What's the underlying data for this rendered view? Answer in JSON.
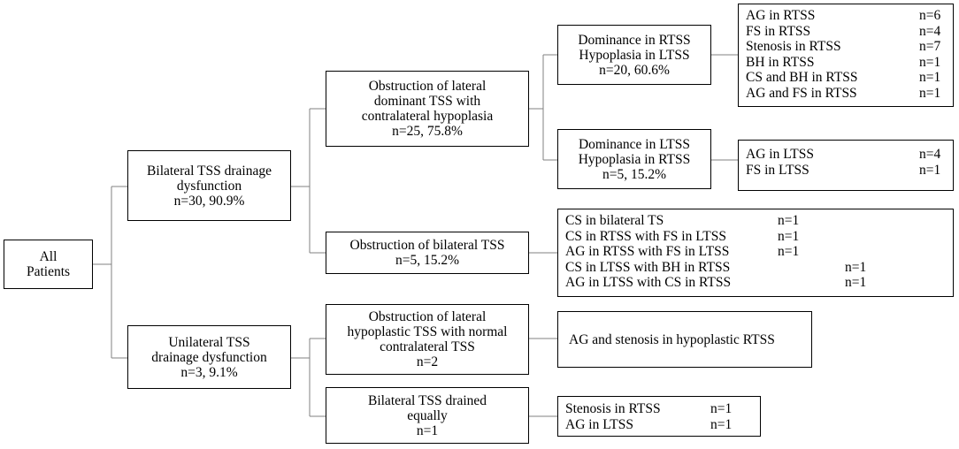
{
  "root": {
    "lines": [
      "All",
      "Patients"
    ]
  },
  "bilateral": {
    "lines": [
      "Bilateral TSS drainage",
      "dysfunction",
      "n=30, 90.9%"
    ],
    "lateral_dominant": {
      "lines": [
        "Obstruction of lateral",
        "dominant TSS with",
        "contralateral hypoplasia",
        "n=25, 75.8%"
      ],
      "dominance_rtss": {
        "lines": [
          "Dominance in RTSS",
          "Hypoplasia in LTSS",
          "n=20, 60.6%"
        ],
        "details": [
          {
            "label": "AG in RTSS",
            "value": "n=6"
          },
          {
            "label": "FS in RTSS",
            "value": "n=4"
          },
          {
            "label": "Stenosis in RTSS",
            "value": "n=7"
          },
          {
            "label": "BH in RTSS",
            "value": "n=1"
          },
          {
            "label": "CS and BH in RTSS",
            "value": "n=1"
          },
          {
            "label": "AG and FS in RTSS",
            "value": "n=1"
          }
        ]
      },
      "dominance_ltss": {
        "lines": [
          "Dominance in LTSS",
          "Hypoplasia in RTSS",
          "n=5, 15.2%"
        ],
        "details": [
          {
            "label": "AG in LTSS",
            "value": "n=4"
          },
          {
            "label": "FS in LTSS",
            "value": "n=1"
          }
        ]
      }
    },
    "bilateral_obstruction": {
      "lines": [
        "Obstruction of bilateral TSS",
        "n=5, 15.2%"
      ],
      "details": [
        {
          "label": "CS in bilateral TS",
          "value": "n=1"
        },
        {
          "label": "CS in RTSS with FS in LTSS",
          "value": "n=1"
        },
        {
          "label": "AG in RTSS with FS in LTSS",
          "value": "n=1"
        },
        {
          "label": "CS in LTSS with BH in RTSS",
          "value": "n=1"
        },
        {
          "label": "AG in LTSS with CS in RTSS",
          "value": "n=1"
        }
      ]
    }
  },
  "unilateral": {
    "lines": [
      "Unilateral TSS",
      "drainage dysfunction",
      "n=3, 9.1%"
    ],
    "hypoplastic": {
      "lines": [
        "Obstruction of lateral",
        "hypoplastic TSS with normal",
        "contralateral TSS",
        "n=2"
      ],
      "details": [
        {
          "label": "AG and stenosis in hypoplastic RTSS",
          "value": ""
        }
      ]
    },
    "equal": {
      "lines": [
        "Bilateral TSS drained",
        "equally",
        "n=1"
      ],
      "details": [
        {
          "label": "Stenosis in RTSS",
          "value": "n=1"
        },
        {
          "label": "AG in LTSS",
          "value": "n=1"
        }
      ]
    }
  }
}
